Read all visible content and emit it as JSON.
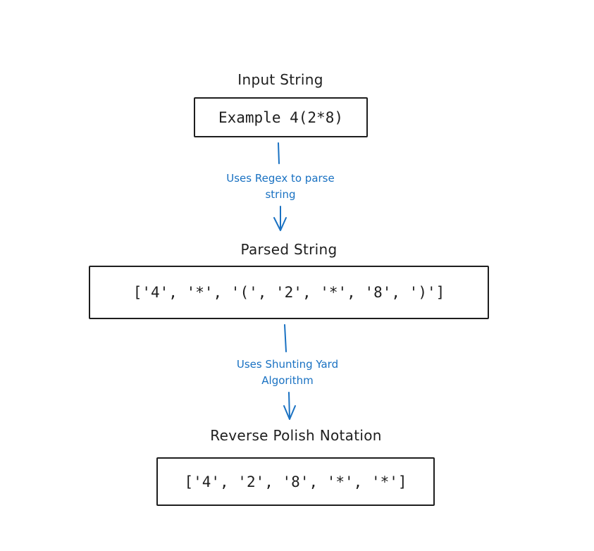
{
  "nodes": {
    "input": {
      "title": "Input String",
      "content": "Example 4(2*8)"
    },
    "parsed": {
      "title": "Parsed String",
      "content": "['4', '*', '(', '2', '*', '8', ')']"
    },
    "rpn": {
      "title": "Reverse Polish Notation",
      "content": "['4', '2', '8', '*', '*']"
    }
  },
  "edges": [
    {
      "from": "input",
      "to": "parsed",
      "label_lines": [
        "Uses Regex to parse",
        "string"
      ]
    },
    {
      "from": "parsed",
      "to": "rpn",
      "label_lines": [
        "Uses Shunting Yard",
        "Algorithm"
      ]
    }
  ],
  "colors": {
    "stroke": "#1e1e1e",
    "annotation": "#1971c2",
    "background": "#ffffff"
  }
}
